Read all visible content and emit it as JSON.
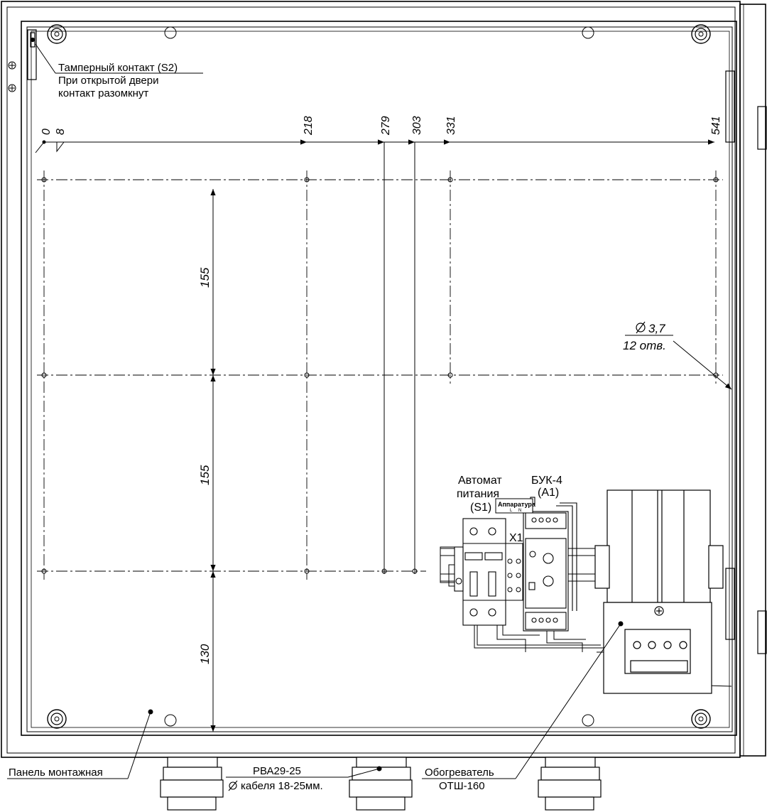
{
  "callouts": {
    "tamper_line1": "Тамперный контакт (S2)",
    "tamper_line2": "При открытой двери",
    "tamper_line3": "контакт разомкнут",
    "breaker_line1": "Автомат",
    "breaker_line2": "питания",
    "breaker_line3": "(S1)",
    "buk_line1": "БУК-4",
    "buk_line2": "(A1)",
    "terminal": "X1",
    "breaker_tag": "Аппаратура",
    "breaker_tag_l": "L",
    "breaker_tag_n": "N",
    "panel": "Панель монтажная",
    "gland_line1": "РВА29-25",
    "gland_line2": "кабеля 18-25мм.",
    "heater_line1": "Обогреватель",
    "heater_line2": "ОТШ-160"
  },
  "dimensions": {
    "horizontal": [
      "0",
      "8",
      "218",
      "279",
      "303",
      "331",
      "541"
    ],
    "vertical": [
      "155",
      "155",
      "130"
    ],
    "hole_diameter": "3,7",
    "hole_count": "12 отв."
  }
}
